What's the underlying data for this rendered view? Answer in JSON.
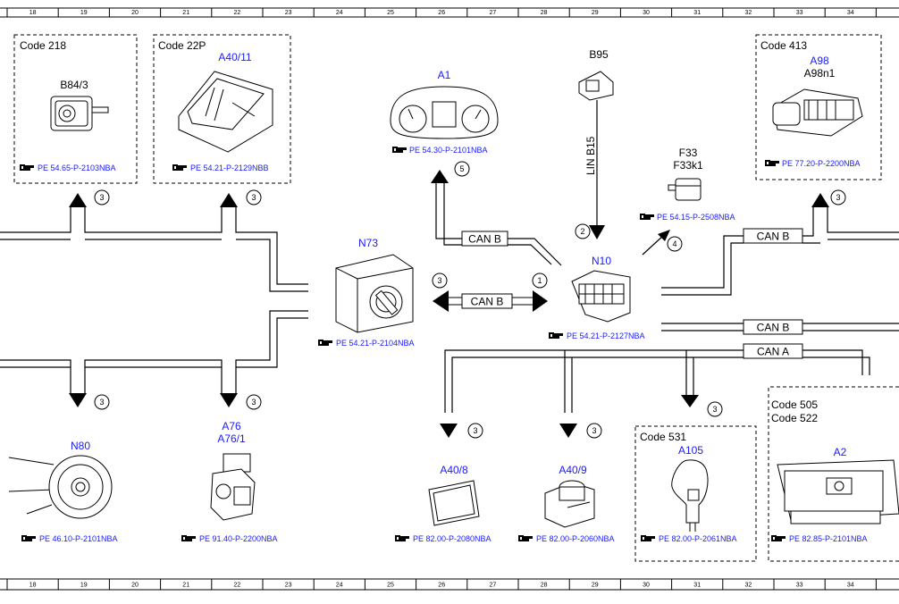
{
  "ruler": {
    "columns": [
      "18",
      "19",
      "20",
      "21",
      "22",
      "23",
      "24",
      "25",
      "26",
      "27",
      "28",
      "29",
      "30",
      "31",
      "32",
      "33",
      "34"
    ]
  },
  "boxes": {
    "code218": {
      "code": "Code 218",
      "part": "B84/3",
      "ref": "PE 54.65-P-2103NBA"
    },
    "code22p": {
      "code": "Code 22P",
      "part": "A40/11",
      "ref": "PE 54.21-P-2129NBB"
    },
    "code413": {
      "code": "Code 413",
      "part": "A98",
      "part2": "A98n1",
      "ref": "PE 77.20-P-2200NBA"
    },
    "code531": {
      "code": "Code 531",
      "part": "A105",
      "ref": "PE 82.00-P-2061NBA"
    },
    "code505": {
      "code": "Code 505",
      "code2": "Code 522",
      "part": "A2",
      "ref": "PE 82.85-P-2101NBA"
    }
  },
  "components": {
    "a1": {
      "label": "A1",
      "ref": "PE 54.30-P-2101NBA"
    },
    "b95": {
      "label": "B95"
    },
    "f33": {
      "label": "F33",
      "label2": "F33k1",
      "ref": "PE 54.15-P-2508NBA"
    },
    "n73": {
      "label": "N73",
      "ref": "PE 54.21-P-2104NBA"
    },
    "n10": {
      "label": "N10",
      "ref": "PE 54.21-P-2127NBA"
    },
    "n80": {
      "label": "N80",
      "ref": "PE 46.10-P-2101NBA"
    },
    "a76": {
      "label": "A76",
      "label2": "A76/1",
      "ref": "PE 91.40-P-2200NBA"
    },
    "a408": {
      "label": "A40/8",
      "ref": "PE 82.00-P-2080NBA"
    },
    "a409": {
      "label": "A40/9",
      "ref": "PE 82.00-P-2060NBA"
    }
  },
  "buses": {
    "can_b": "CAN B",
    "can_a": "CAN A",
    "lin_b15": "LIN B15"
  },
  "markers": {
    "m1": "1",
    "m2": "2",
    "m3": "3",
    "m4": "4",
    "m5": "5"
  },
  "icon": "pointing-hand-icon"
}
